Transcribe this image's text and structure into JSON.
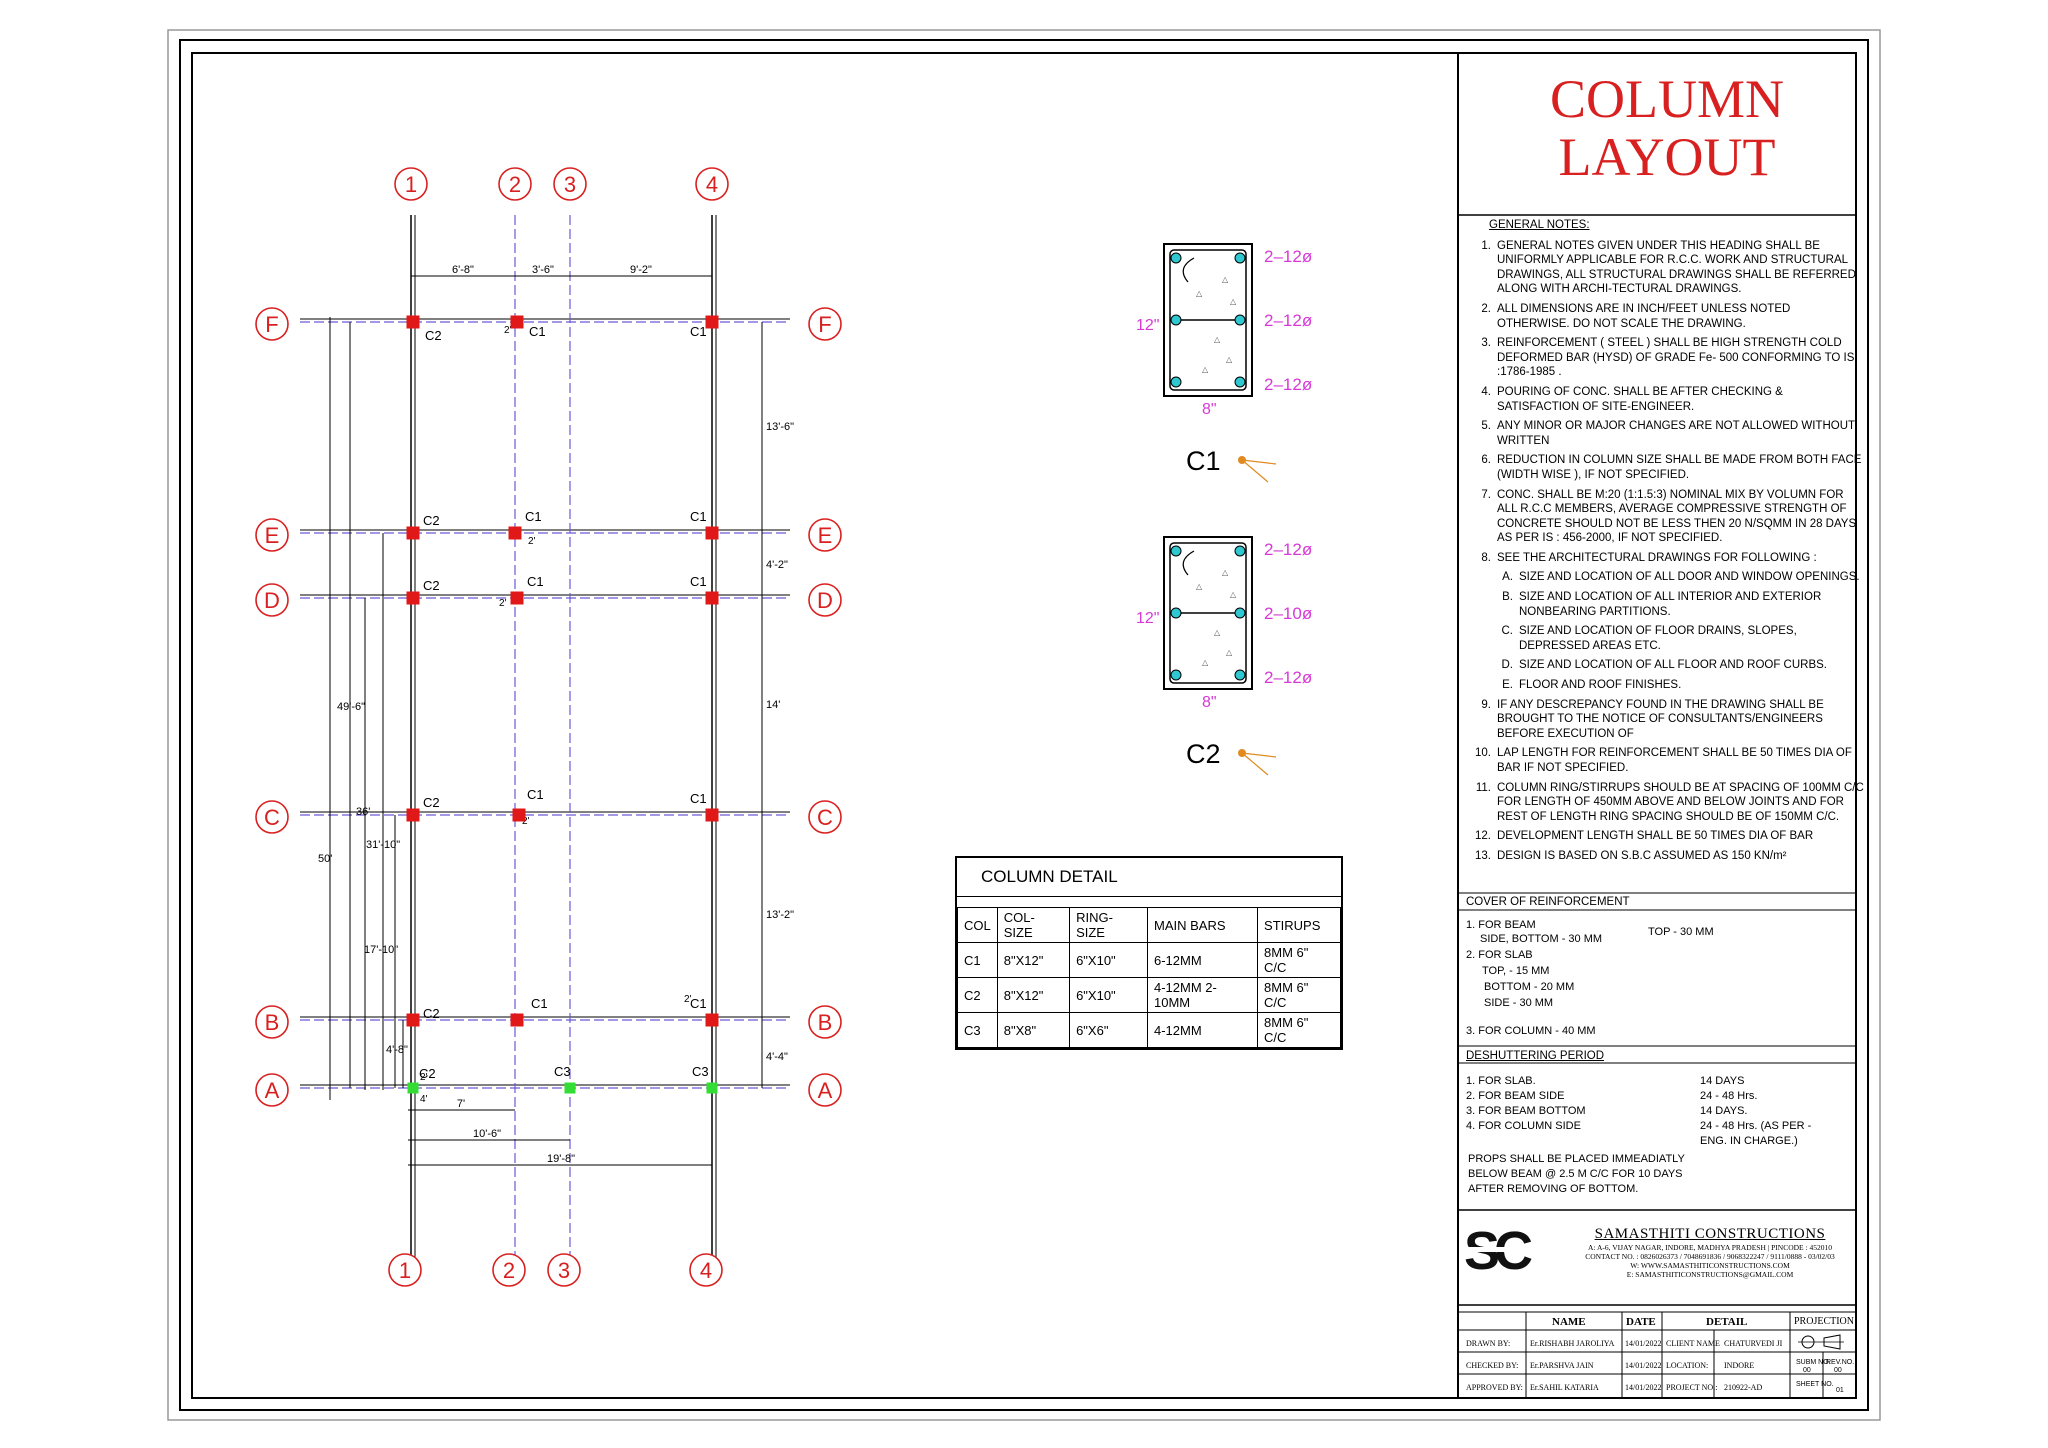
{
  "title": {
    "line1": "COLUMN",
    "line2": "LAYOUT"
  },
  "grid": {
    "cols": [
      "1",
      "2",
      "3",
      "4"
    ],
    "rows": [
      "F",
      "E",
      "D",
      "C",
      "B",
      "A"
    ]
  },
  "dims": {
    "top": [
      "6'-8\"",
      "3'-6\"",
      "9'-2\""
    ],
    "right": [
      "13'-6\"",
      "4'-2\"",
      "14'",
      "13'-2\"",
      "4'-4\""
    ],
    "left": [
      "49'-6\"",
      "50'",
      "36'",
      "31'-10\"",
      "17'-10\"",
      "4'-8\""
    ],
    "bottom": [
      "7'",
      "10'-6\"",
      "19'-8\""
    ],
    "small": [
      "4'",
      "2'",
      "2'",
      "2'",
      "2'",
      "2'",
      "2'"
    ]
  },
  "column_tags": [
    "C2",
    "C1",
    "C1",
    "C2",
    "C1",
    "C1",
    "C2",
    "C1",
    "C1",
    "C2",
    "C1",
    "C1",
    "C2",
    "C1",
    "C1",
    "C2",
    "C3",
    "C3"
  ],
  "sections": {
    "c1": {
      "label": "C1",
      "bars": [
        "2–12ø",
        "2–12ø",
        "2–12ø"
      ],
      "h": "12\"",
      "w": "8\""
    },
    "c2": {
      "label": "C2",
      "bars": [
        "2–12ø",
        "2–10ø",
        "2–12ø"
      ],
      "h": "12\"",
      "w": "8\""
    }
  },
  "column_detail": {
    "caption": "COLUMN DETAIL",
    "headers": [
      "COL",
      "COL-SIZE",
      "RING-SIZE",
      "MAIN BARS",
      "STIRUPS"
    ],
    "rows": [
      [
        "C1",
        "8\"X12\"",
        "6\"X10\"",
        "6-12MM",
        "8MM 6\" C/C"
      ],
      [
        "C2",
        "8\"X12\"",
        "6\"X10\"",
        "4-12MM 2-10MM",
        "8MM 6\" C/C"
      ],
      [
        "C3",
        "8\"X8\"",
        "6\"X6\"",
        "4-12MM",
        "8MM 6\" C/C"
      ]
    ]
  },
  "general_notes": {
    "heading": "GENERAL NOTES:",
    "items": [
      [
        "1.",
        "GENERAL NOTES GIVEN UNDER THIS HEADING SHALL BE UNIFORMLY APPLICABLE FOR R.C.C. WORK AND STRUCTURAL DRAWINGS, ALL STRUCTURAL DRAWINGS SHALL BE REFERRED ALONG WITH ARCHI-TECTURAL DRAWINGS."
      ],
      [
        "2.",
        "ALL DIMENSIONS ARE IN INCH/FEET UNLESS NOTED OTHERWISE. DO NOT SCALE THE DRAWING."
      ],
      [
        "3.",
        "REINFORCEMENT ( STEEL ) SHALL BE HIGH STRENGTH COLD DEFORMED BAR (HYSD) OF GRADE Fe- 500 CONFORMING TO IS :1786-1985 ."
      ],
      [
        "4.",
        "POURING OF CONC. SHALL BE AFTER CHECKING & SATISFACTION OF SITE-ENGINEER."
      ],
      [
        "5.",
        "ANY MINOR OR MAJOR CHANGES ARE NOT ALLOWED WITHOUT WRITTEN"
      ],
      [
        "6.",
        "REDUCTION IN COLUMN SIZE SHALL BE MADE FROM BOTH FACE (WIDTH WISE ), IF NOT SPECIFIED."
      ],
      [
        "7.",
        "CONC. SHALL BE M:20 (1:1.5:3) NOMINAL MIX BY VOLUMN FOR ALL R.C.C MEMBERS, AVERAGE COMPRESSIVE STRENGTH OF CONCRETE SHOULD NOT BE LESS THEN 20 N/SQMM IN 28 DAYS AS PER IS : 456-2000, IF NOT SPECIFIED."
      ],
      [
        "8.",
        "SEE THE ARCHITECTURAL DRAWINGS FOR FOLLOWING :"
      ]
    ],
    "sub": [
      [
        "A.",
        "SIZE AND LOCATION OF ALL DOOR AND WINDOW OPENINGS."
      ],
      [
        "B.",
        "SIZE AND LOCATION OF ALL INTERIOR AND EXTERIOR NONBEARING PARTITIONS."
      ],
      [
        "C.",
        "SIZE AND LOCATION OF FLOOR DRAINS, SLOPES, DEPRESSED AREAS ETC."
      ],
      [
        "D.",
        "SIZE AND LOCATION OF ALL FLOOR AND ROOF CURBS."
      ],
      [
        "E.",
        "FLOOR AND ROOF FINISHES."
      ]
    ],
    "items2": [
      [
        "9.",
        "IF ANY DESCREPANCY FOUND IN THE DRAWING SHALL BE BROUGHT TO THE NOTICE OF CONSULTANTS/ENGINEERS BEFORE EXECUTION OF"
      ],
      [
        "10.",
        "LAP LENGTH FOR REINFORCEMENT SHALL BE 50 TIMES DIA OF BAR IF NOT SPECIFIED."
      ],
      [
        "11.",
        "COLUMN RING/STIRRUPS SHOULD BE AT SPACING OF 100MM C/C FOR LENGTH OF 450MM ABOVE AND BELOW JOINTS AND FOR REST OF LENGTH RING SPACING SHOULD BE OF 150MM C/C."
      ],
      [
        "12.",
        "DEVELOPMENT LENGTH SHALL BE 50 TIMES DIA OF BAR"
      ],
      [
        "13.",
        "DESIGN IS BASED ON S.B.C ASSUMED AS 150 KN/m²"
      ]
    ]
  },
  "cover": {
    "heading": "COVER OF REINFORCEMENT",
    "l1": "1. FOR BEAM",
    "l2": "SIDE, BOTTOM - 30 MM",
    "l3": "TOP - 30 MM",
    "l4": "2. FOR SLAB",
    "l5": "TOP, - 15 MM",
    "l6": "BOTTOM - 20 MM",
    "l7": "SIDE -      30 MM",
    "l8": "3. FOR COLUMN    - 40 MM"
  },
  "deshutter": {
    "heading": "DESHUTTERING PERIOD",
    "rows": [
      [
        "1. FOR SLAB.",
        "14 DAYS"
      ],
      [
        "2. FOR BEAM SIDE",
        "24 - 48 Hrs."
      ],
      [
        "3. FOR BEAM BOTTOM",
        "14 DAYS."
      ],
      [
        "4. FOR COLUMN SIDE",
        "24 - 48 Hrs. (AS PER -"
      ]
    ],
    "extra": "ENG. IN CHARGE.)",
    "props": [
      "PROPS SHALL BE PLACED IMMEADIATLY",
      "BELOW BEAM @ 2.5 M C/C FOR 10 DAYS",
      "AFTER REMOVING OF BOTTOM."
    ]
  },
  "company": {
    "logo": "SC",
    "name": "SAMASTHITI CONSTRUCTIONS",
    "addr": "A: A-6, VIJAY NAGAR, INDORE, MADHYA PRADESH | PINCODE : 452010",
    "contact": "CONTACT NO. : 0826026373 / 7048691836 / 9068322247 / 9111/0888 - 03/02/03",
    "web": "W: WWW.SAMASTHITICONSTRUCTIONS.COM",
    "email": "E: SAMASTHITICONSTRUCTIONS@GMAIL.COM"
  },
  "info": {
    "h_name": "NAME",
    "h_date": "DATE",
    "h_detail": "DETAIL",
    "h_proj": "PROJECTION",
    "drawn_lbl": "DRAWN BY:",
    "drawn": "Er.RISHABH JAROLIYA",
    "d1": "14/01/2022",
    "client_lbl": "CLIENT NAME",
    "client": "CHATURVEDI JI",
    "checked_lbl": "CHECKED BY:",
    "checked": "Er.PARSHVA JAIN",
    "d2": "14/01/2022",
    "loc_lbl": "LOCATION:",
    "loc": "INDORE",
    "approved_lbl": "APPROVED BY:",
    "approved": "Er.SAHIL KATARIA",
    "d3": "14/01/2022",
    "pno_lbl": "PROJECT NO.:",
    "pno": "210922-AD",
    "subm_lbl": "SUBM NO.",
    "subm": "00",
    "rev_lbl": "REV.NO.",
    "rev": "00",
    "sheet_lbl": "SHEET NO.",
    "sheet": "01"
  },
  "colors": {
    "red": "#d92020",
    "magenta": "#d63ad6",
    "grid": "#6a5ad8",
    "cyan": "#30c8d0",
    "green": "#33dd33",
    "column": "#e01818"
  }
}
